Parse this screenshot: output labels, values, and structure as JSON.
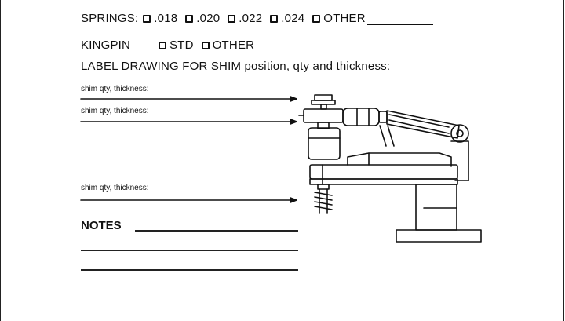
{
  "springs": {
    "label": "SPRINGS:",
    "options": [
      ".018",
      ".020",
      ".022",
      ".024",
      "OTHER"
    ]
  },
  "kingpin": {
    "label": "KINGPIN",
    "options": [
      "STD",
      "OTHER"
    ]
  },
  "instruction": "LABEL DRAWING FOR SHIM position, qty and thickness:",
  "shim_fields": [
    "shim qty, thickness:",
    "shim qty, thickness:",
    "shim qty, thickness:"
  ],
  "notes_label": "NOTES",
  "icons": {
    "checkbox": "checkbox-icon",
    "arrow": "arrow-icon",
    "drawing": "kingpin-assembly-drawing"
  }
}
